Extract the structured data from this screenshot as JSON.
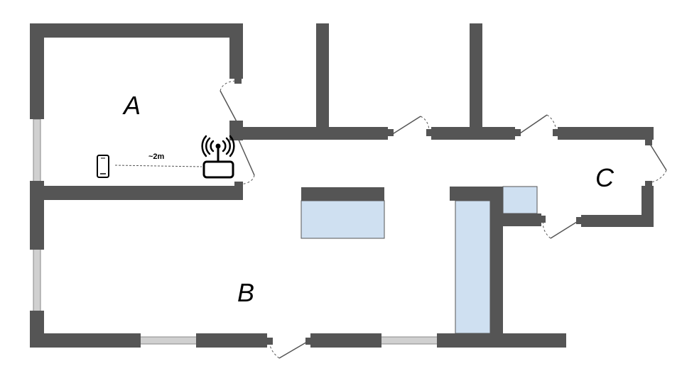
{
  "rooms": {
    "a": {
      "label": "A"
    },
    "b": {
      "label": "B"
    },
    "c": {
      "label": "C"
    }
  },
  "measurement": {
    "distance_label": "~2m"
  },
  "icons": {
    "phone": "smartphone-icon",
    "router": "wifi-router-icon"
  },
  "colors": {
    "wall": "#555555",
    "furniture": "#cfe0f1",
    "window": "#d0d0d0"
  }
}
